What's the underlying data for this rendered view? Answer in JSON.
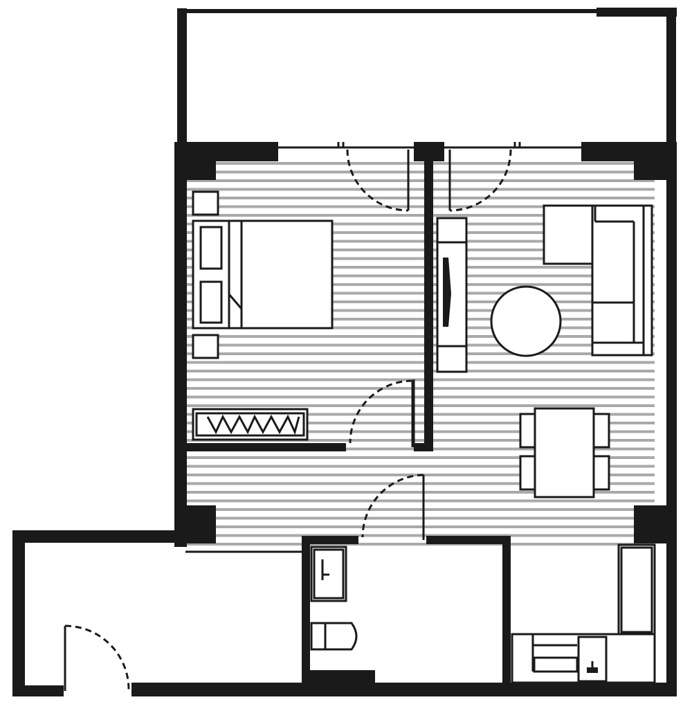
{
  "plan": {
    "background": "#ffffff",
    "wall_color": "#1a1a1a",
    "floor_hatch_color": "#a9a9a9",
    "rooms": [
      "bedroom",
      "living-room",
      "entry-hall",
      "bathroom",
      "kitchen",
      "balcony",
      "foyer"
    ],
    "furniture": [
      "double-bed",
      "nightstand",
      "nightstand",
      "wardrobe",
      "tv-cabinet",
      "sofa",
      "coffee-table",
      "dining-table",
      "dining-chair",
      "dining-chair",
      "dining-chair",
      "dining-chair",
      "toilet",
      "vanity",
      "kitchen-counter",
      "sink",
      "stove",
      "fridge"
    ]
  }
}
